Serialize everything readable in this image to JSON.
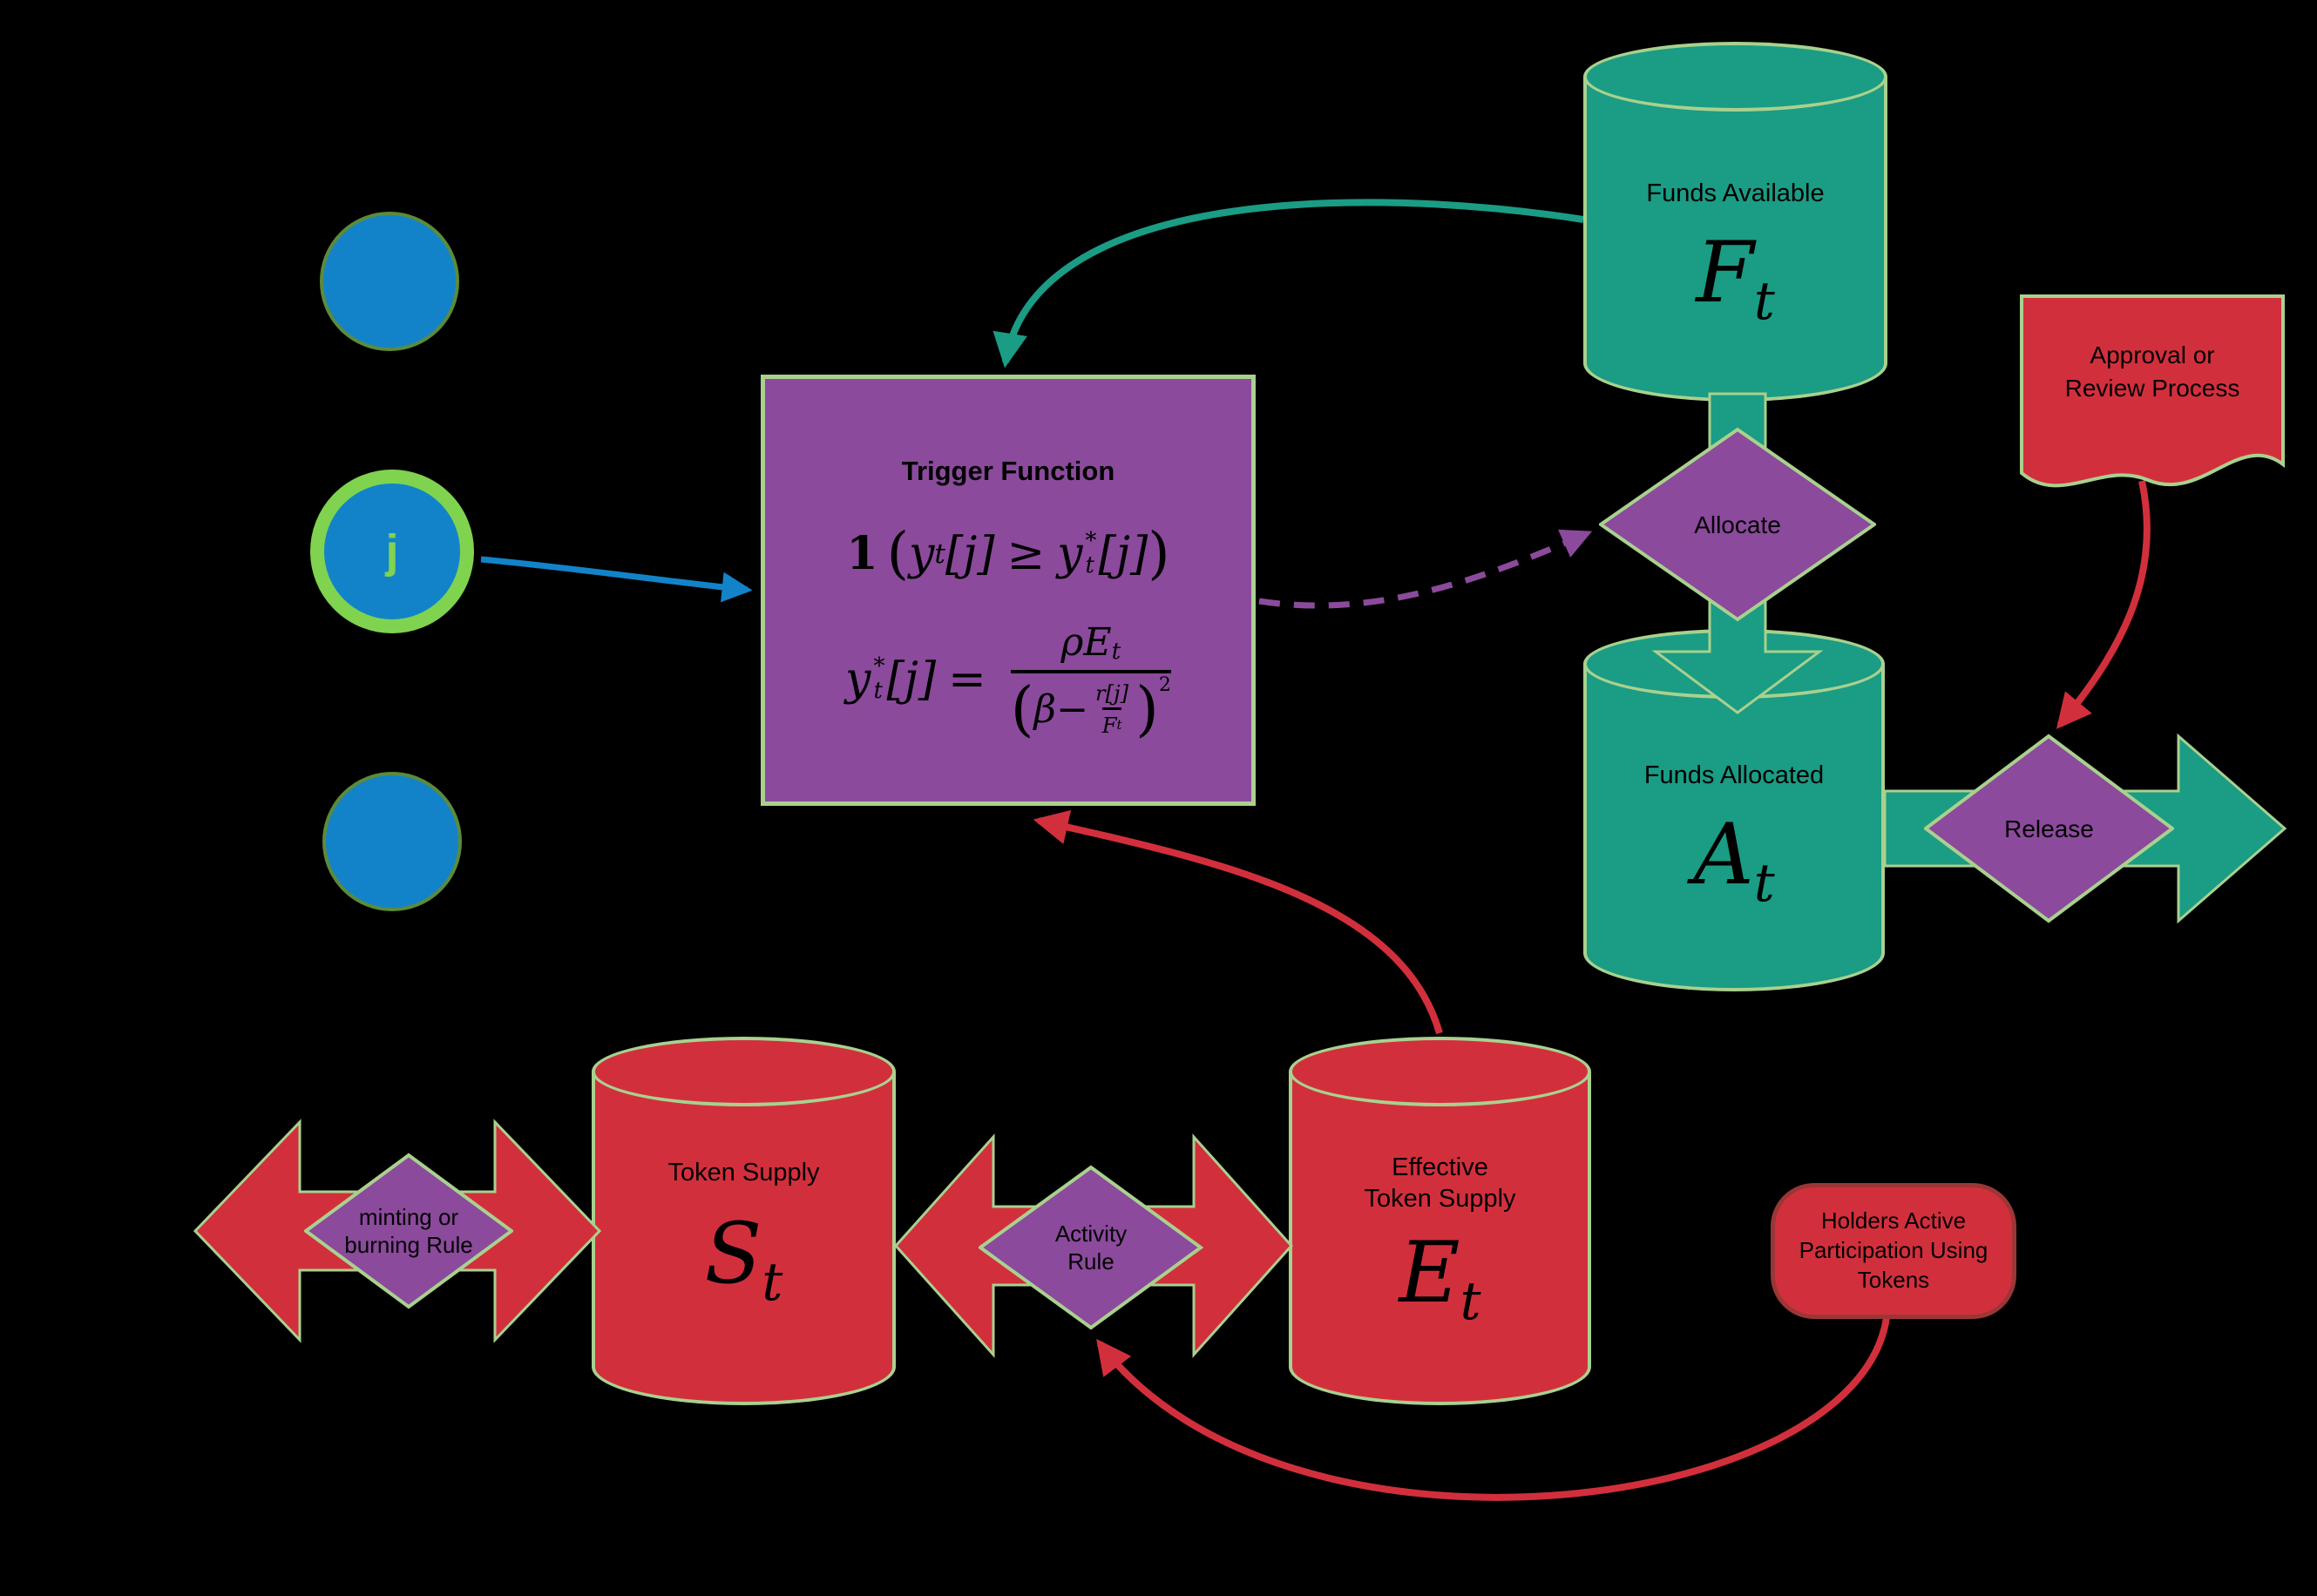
{
  "colors": {
    "background": "#000000",
    "teal": "#1b9c84",
    "purple": "#8b4a9c",
    "red": "#d22f3d",
    "blue": "#1283c9",
    "green_accent": "#7fd34f",
    "stroke_light": "#a9d18e",
    "text": "#000000"
  },
  "agents": {
    "j_label": "j"
  },
  "trigger": {
    "title": "Trigger Function",
    "f1": {
      "ind": "1",
      "lp": "(",
      "y1": "y",
      "t1": "t",
      "j1": "[j]",
      "geq": "≥",
      "y2": "y",
      "star": "*",
      "t2": "t",
      "j2": "[j]",
      "rp": ")"
    },
    "f2": {
      "y": "y",
      "star": "*",
      "t": "t",
      "j": "[j]",
      "eq": "=",
      "num": "ρE",
      "num_sub": "t",
      "lp": "(",
      "beta": "β",
      "minus": "−",
      "inner_num": "r[j]",
      "inner_den": "F",
      "inner_den_sub": "t",
      "rp": ")",
      "sq": "2"
    }
  },
  "funds_available": {
    "label": "Funds Available",
    "symbol": "F",
    "sub": "t"
  },
  "allocate": {
    "label": "Allocate"
  },
  "funds_allocated": {
    "label": "Funds Allocated",
    "symbol": "A",
    "sub": "t"
  },
  "approval": {
    "line1": "Approval or",
    "line2": "Review Process"
  },
  "release": {
    "label": "Release"
  },
  "token_supply": {
    "label": "Token Supply",
    "symbol": "S",
    "sub": "t"
  },
  "minting_rule": {
    "line1": "minting or",
    "line2": "burning Rule"
  },
  "activity_rule": {
    "line1": "Activity",
    "line2": "Rule"
  },
  "effective_supply": {
    "line1": "Effective",
    "line2": "Token Supply",
    "symbol": "E",
    "sub": "t"
  },
  "holders": {
    "line1": "Holders Active",
    "line2": "Participation Using",
    "line3": "Tokens"
  }
}
